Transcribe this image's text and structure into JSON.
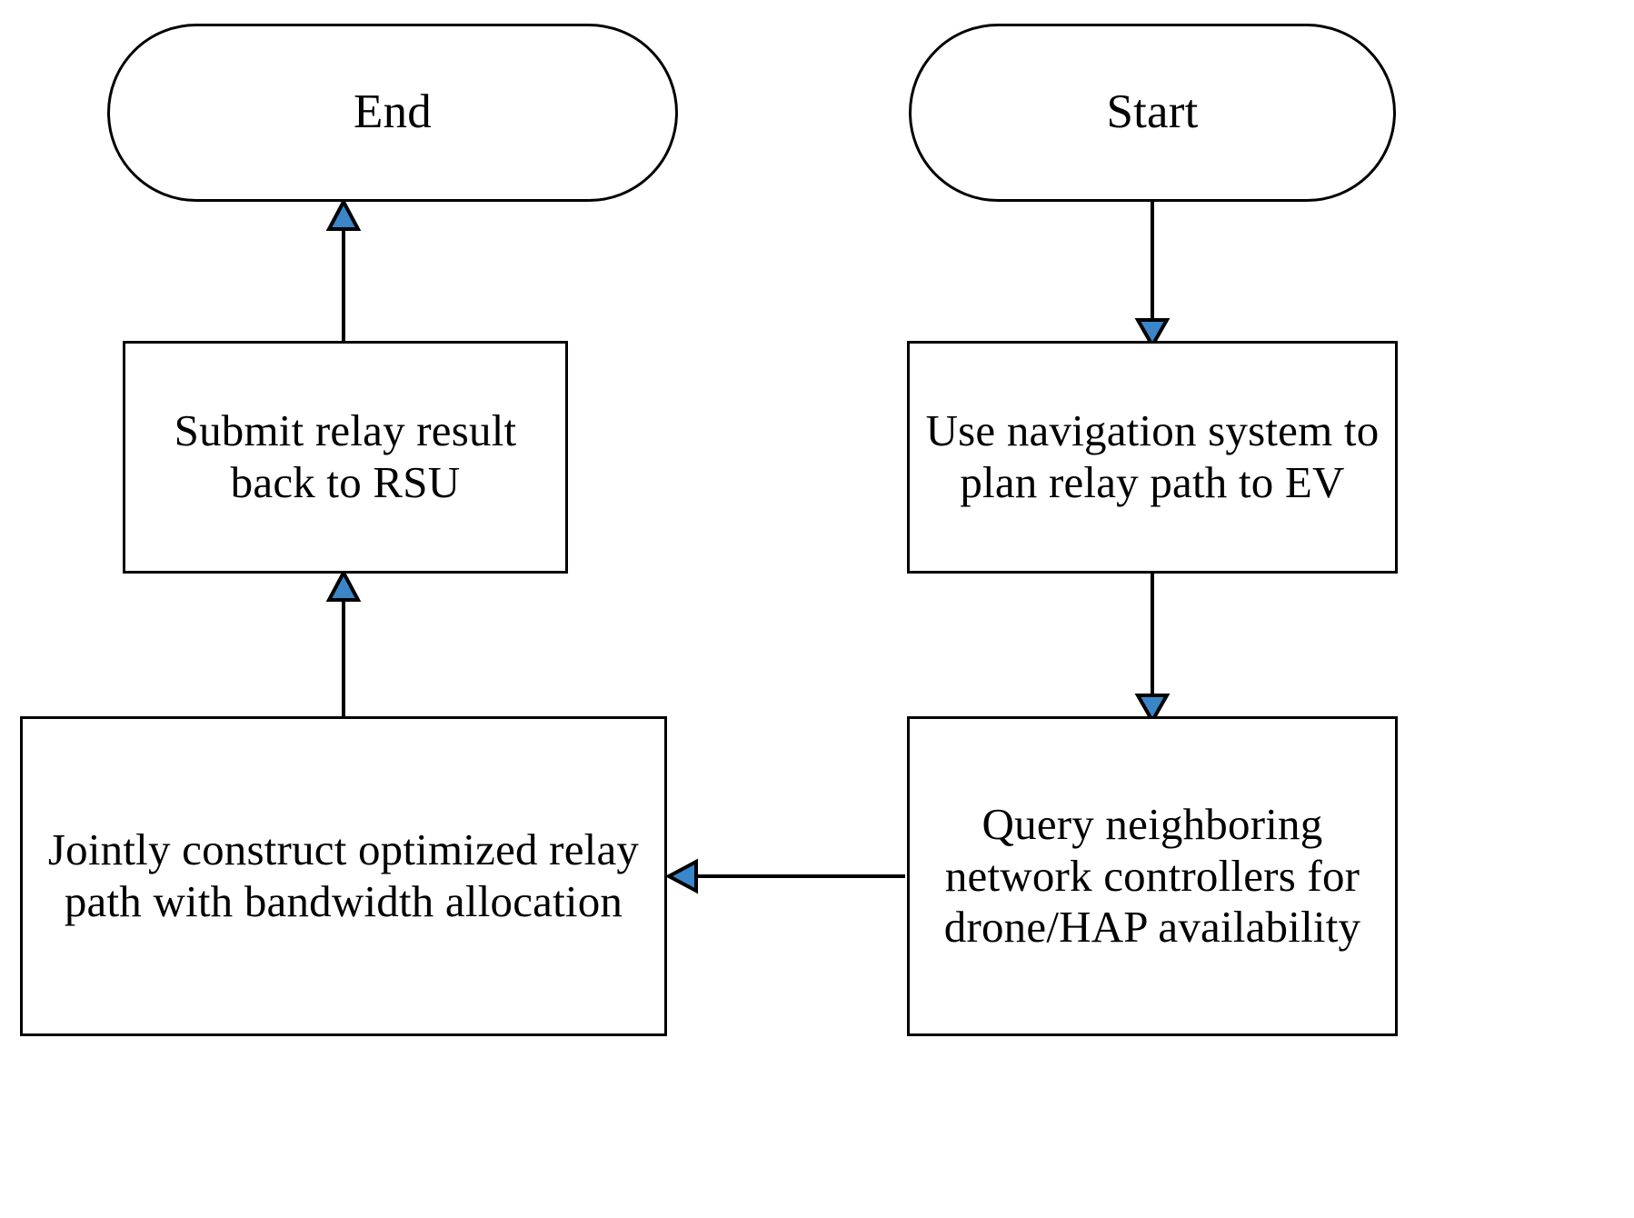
{
  "diagram": {
    "type": "flowchart",
    "orientation": "two-column, right column flows top-to-bottom then left",
    "background_color": "#ffffff",
    "line_color": "#000000",
    "arrowhead_fill": "#3b86c8",
    "arrowhead_stroke": "#000000",
    "nodes": [
      {
        "id": "end",
        "shape": "terminator",
        "label": "End"
      },
      {
        "id": "start",
        "shape": "terminator",
        "label": "Start"
      },
      {
        "id": "submit",
        "shape": "process",
        "label": "Submit relay result back to RSU"
      },
      {
        "id": "navigate",
        "shape": "process",
        "label": "Use navigation system to plan relay path to EV"
      },
      {
        "id": "jointly",
        "shape": "process",
        "label": "Jointly construct optimized relay path with bandwidth allocation"
      },
      {
        "id": "query",
        "shape": "process",
        "label": "Query neighboring network controllers for drone/HAP availability"
      }
    ],
    "edges": [
      {
        "id": "edge-start-navigate",
        "from": "start",
        "to": "navigate",
        "direction": "down",
        "label": ""
      },
      {
        "id": "edge-navigate-query",
        "from": "navigate",
        "to": "query",
        "direction": "down",
        "label": ""
      },
      {
        "id": "edge-query-jointly",
        "from": "query",
        "to": "jointly",
        "direction": "left",
        "label": ""
      },
      {
        "id": "edge-jointly-submit",
        "from": "jointly",
        "to": "submit",
        "direction": "up",
        "label": ""
      },
      {
        "id": "edge-submit-end",
        "from": "submit",
        "to": "end",
        "direction": "up",
        "label": ""
      }
    ]
  }
}
